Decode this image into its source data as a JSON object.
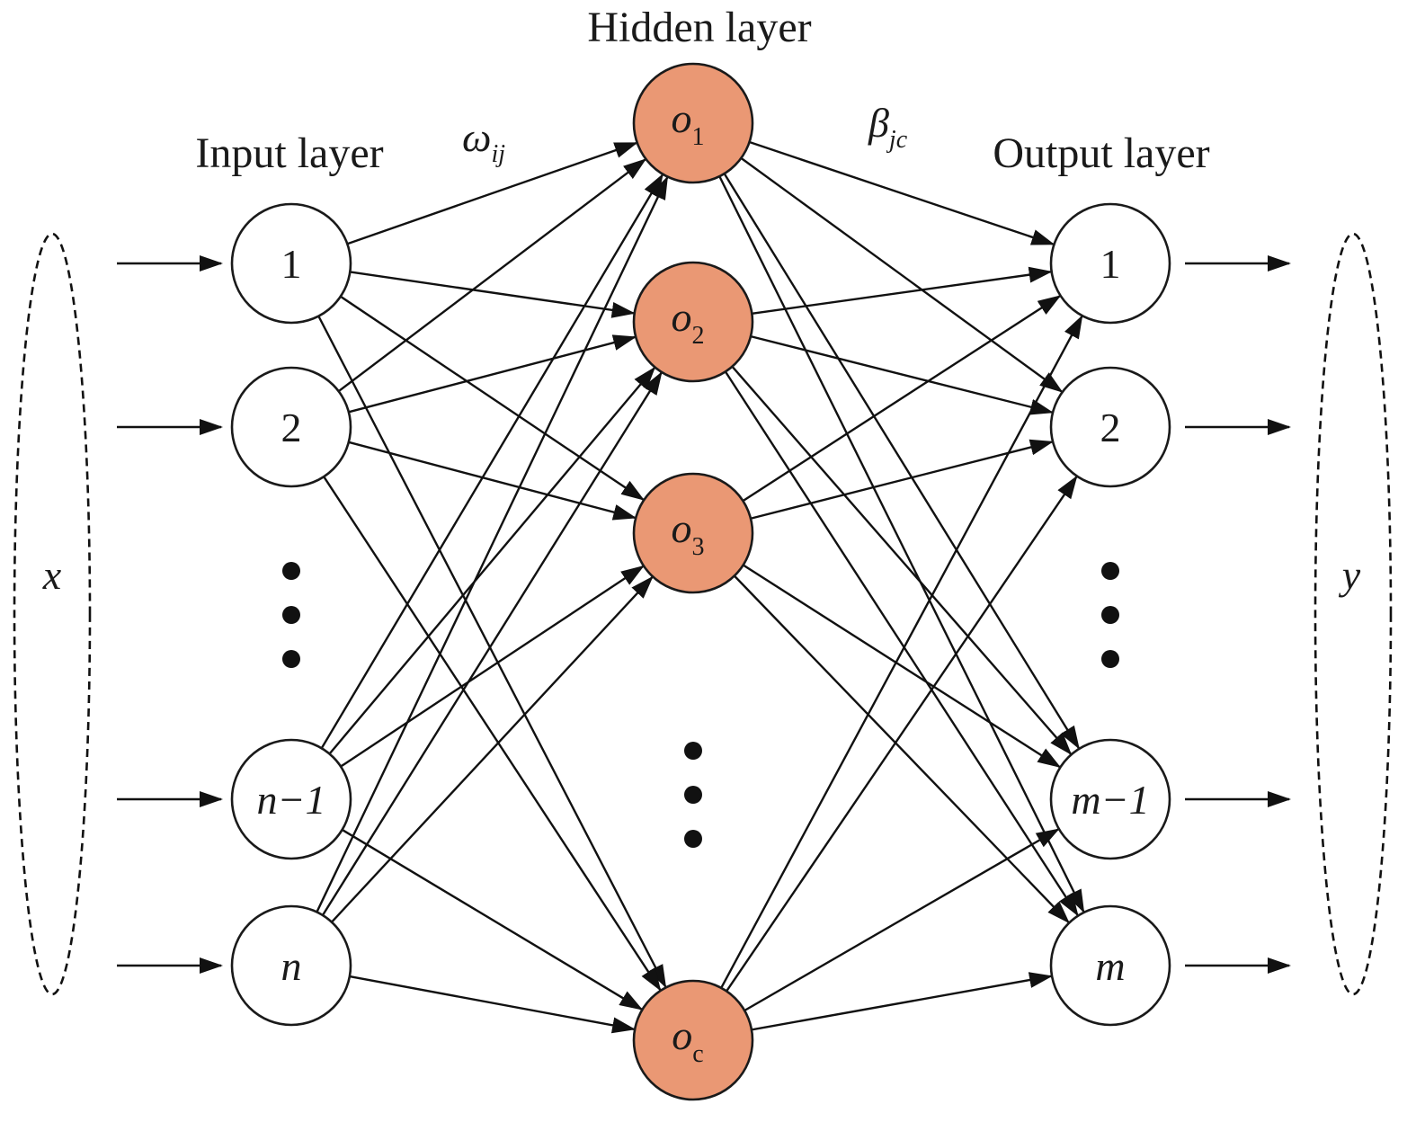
{
  "colors": {
    "hidden_fill": "#EA9874",
    "node_fill": "#FFFFFF",
    "line": "#111111"
  },
  "titles": {
    "input": "Input layer",
    "hidden": "Hidden layer",
    "output": "Output layer"
  },
  "weights": {
    "input_hidden": {
      "symbol": "ω",
      "subscript": "ij"
    },
    "hidden_output": {
      "symbol": "β",
      "subscript": "jc"
    }
  },
  "vectors": {
    "input": "x",
    "output": "y"
  },
  "input_nodes": [
    {
      "label": "1",
      "italic": false
    },
    {
      "label": "2",
      "italic": false
    },
    {
      "label": "n−1",
      "italic": true
    },
    {
      "label": "n",
      "italic": true
    }
  ],
  "hidden_nodes": [
    {
      "base": "o",
      "sub": "1"
    },
    {
      "base": "o",
      "sub": "2"
    },
    {
      "base": "o",
      "sub": "3"
    },
    {
      "base": "o",
      "sub": "c"
    }
  ],
  "output_nodes": [
    {
      "label": "1",
      "italic": false
    },
    {
      "label": "2",
      "italic": false
    },
    {
      "label": "m−1",
      "italic": true
    },
    {
      "label": "m",
      "italic": true
    }
  ]
}
